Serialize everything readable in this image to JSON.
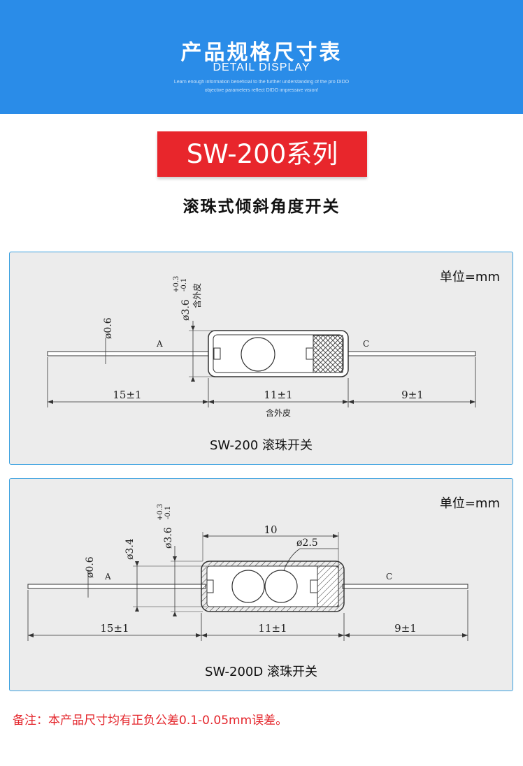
{
  "banner": {
    "title": "产品规格尺寸表",
    "subtitle": "DETAIL DISPLAY",
    "tiny_line1": "Learn enough information beneficial to the further understanding of the pro DIDO",
    "tiny_line2": "objective parameters reflect DIDO impressive vision!"
  },
  "series_badge": "SW-200系列",
  "product_subtitle": "滚珠式倾斜角度开关",
  "diagram1": {
    "unit": "单位=mm",
    "caption": "SW-200 滚珠开关",
    "lead_diameter": "ø0.6",
    "body_diameter": "ø3.6",
    "tolerance_plus": "+0.3",
    "tolerance_minus": "-0.1",
    "shell_note": "含外皮",
    "left_label": "A",
    "right_label": "C",
    "dim_left": "15±1",
    "dim_middle": "11±1",
    "dim_right": "9±1",
    "dim_middle_note": "含外皮"
  },
  "diagram2": {
    "unit": "单位=mm",
    "caption": "SW-200D 滚珠开关",
    "lead_diameter": "ø0.6",
    "inner_diameter": "ø3.4",
    "body_diameter": "ø3.6",
    "tolerance_plus": "+0.3",
    "tolerance_minus": "-0.1",
    "inner_length": "10",
    "ball_diameter": "ø2.5",
    "left_label": "A",
    "right_label": "C",
    "dim_left": "15±1",
    "dim_middle": "11±1",
    "dim_right": "9±1"
  },
  "note": "备注：本产品尺寸均有正负公差0.1-0.05mm误差。"
}
